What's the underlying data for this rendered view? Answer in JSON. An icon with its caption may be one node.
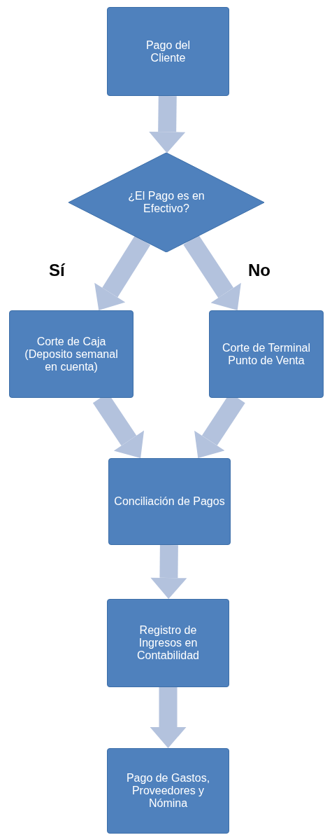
{
  "diagram": {
    "nodes": [
      {
        "text": [
          "Pago del Cliente"
        ]
      },
      {
        "text": [
          "¿El Pago es en Efectivo?"
        ]
      },
      {
        "text": [
          "Corte de Caja (Deposito semanal en cuenta)"
        ]
      },
      {
        "text": [
          "Corte de Terminal Punto de Venta"
        ]
      },
      {
        "text": [
          "Conciliación de Pagos"
        ]
      },
      {
        "text": [
          "Registro de Ingresos en Contabilidad"
        ]
      },
      {
        "text": [
          "Pago de Gastos, Proveedores y Nómina"
        ]
      }
    ],
    "edges": [
      {
        "from": 0,
        "to": 1,
        "arrow": "to"
      },
      {
        "from": 1,
        "to": 2,
        "arrow": "to",
        "label": "Sí"
      },
      {
        "from": 1,
        "to": 3,
        "arrow": "to",
        "label": "No"
      },
      {
        "from": 2,
        "to": 4,
        "arrow": "to"
      },
      {
        "from": 3,
        "to": 4,
        "arrow": "to"
      },
      {
        "from": 4,
        "to": 5,
        "arrow": "to"
      },
      {
        "from": 5,
        "to": 6,
        "arrow": "to"
      }
    ]
  }
}
